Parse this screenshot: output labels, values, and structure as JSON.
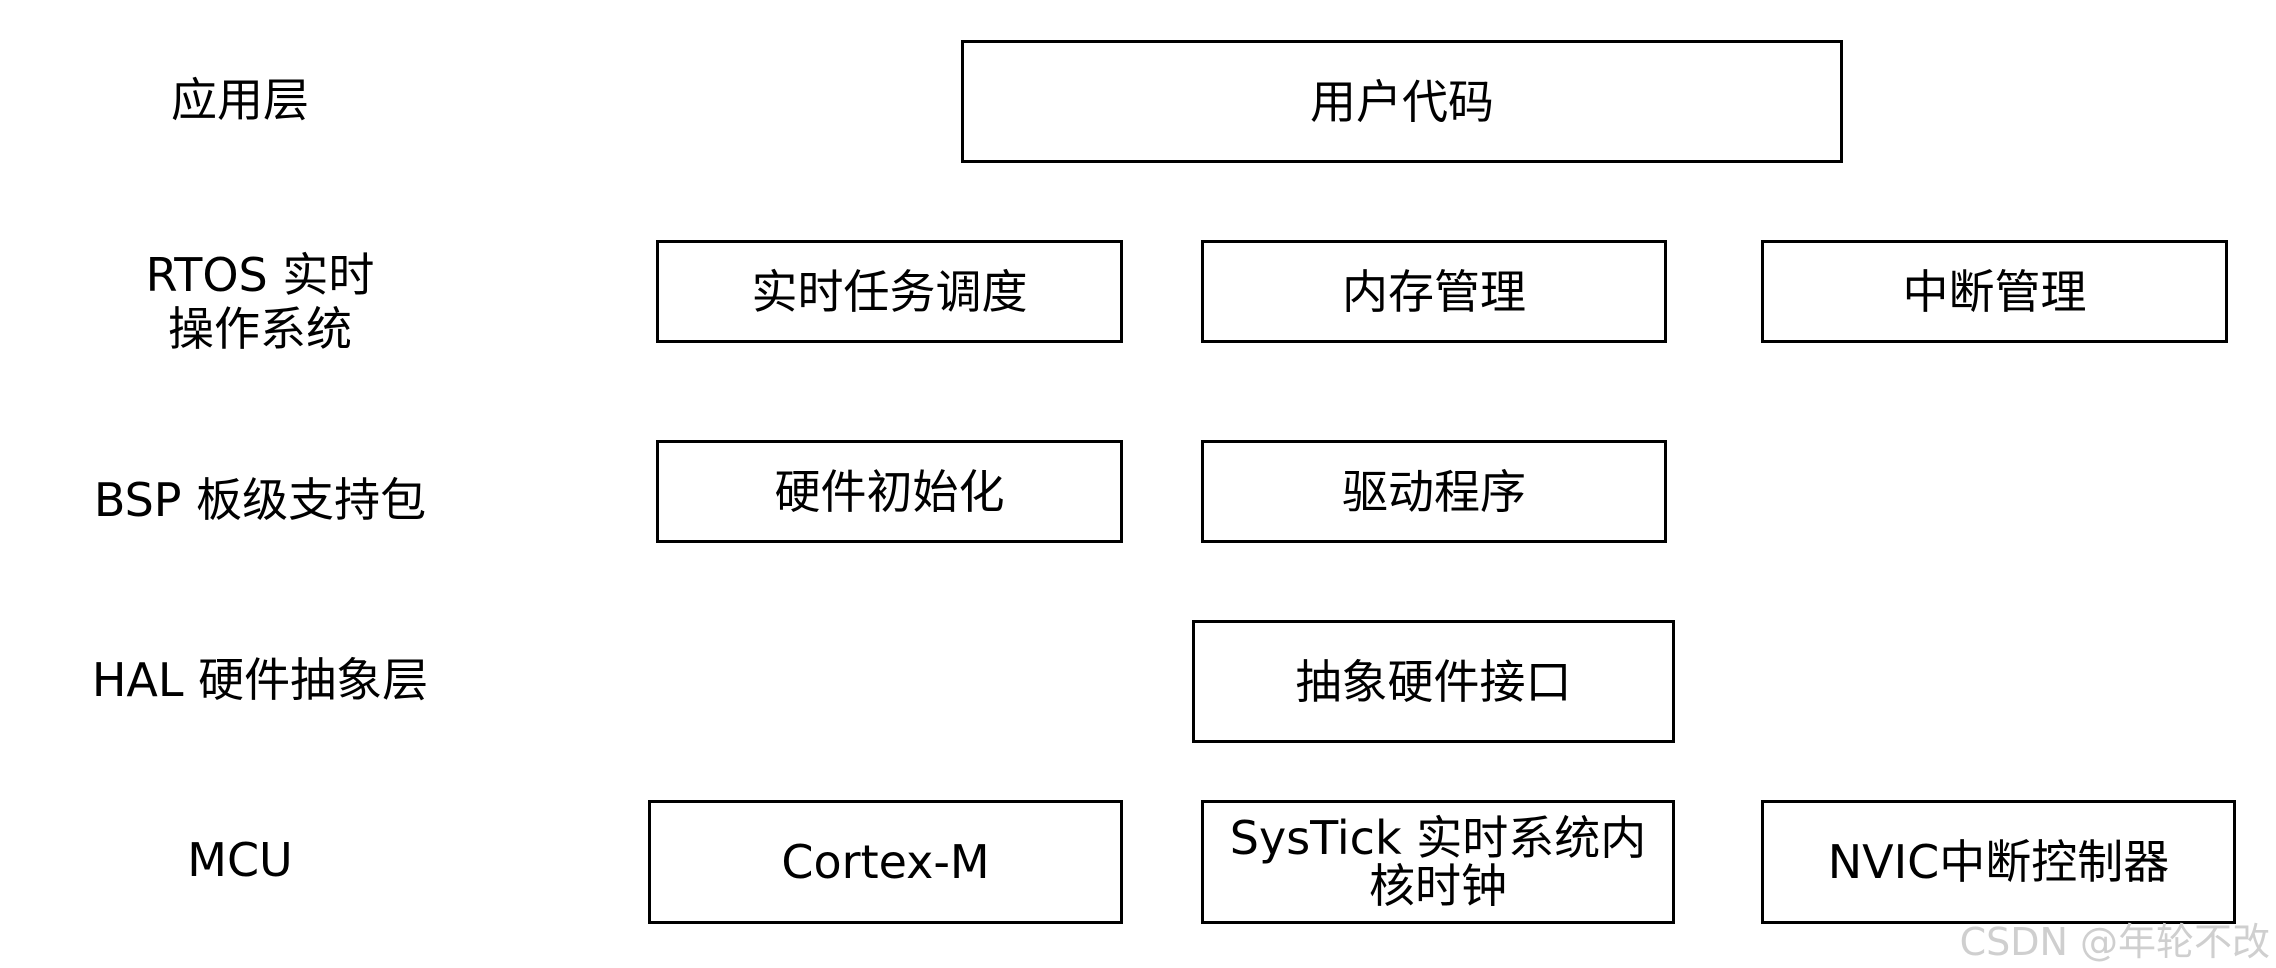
{
  "diagram": {
    "layers": [
      {
        "label": "应用层",
        "boxes": [
          "用户代码"
        ]
      },
      {
        "label": "RTOS 实时\n操作系统",
        "boxes": [
          "实时任务调度",
          "内存管理",
          "中断管理"
        ]
      },
      {
        "label": "BSP 板级支持包",
        "boxes": [
          "硬件初始化",
          "驱动程序"
        ]
      },
      {
        "label": "HAL 硬件抽象层",
        "boxes": [
          "抽象硬件接口"
        ]
      },
      {
        "label": "MCU",
        "boxes": [
          "Cortex-M",
          "SysTick 实时系统内\n核时钟",
          "NVIC中断控制器"
        ]
      }
    ]
  },
  "watermark": "CSDN @年轮不改"
}
